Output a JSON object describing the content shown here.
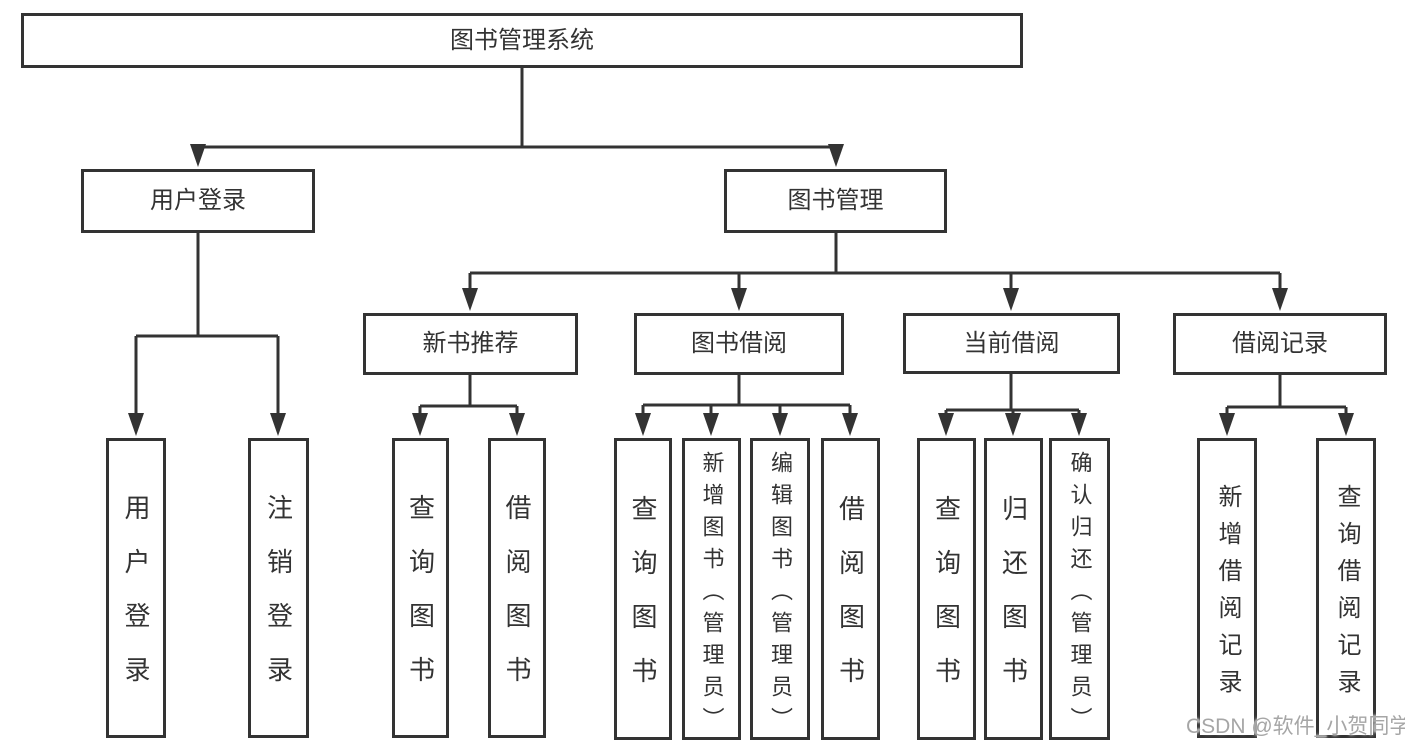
{
  "colors": {
    "background": "#ffffff",
    "box_border": "#333333",
    "line": "#333333",
    "text": "#333333",
    "watermark": "#a6a6a6"
  },
  "watermark": {
    "text": "CSDN @软件_小贺同学"
  },
  "tree": {
    "root": {
      "label": "图书管理系统"
    },
    "user_login": {
      "label": "用户登录",
      "children": {
        "login": {
          "label": "用户登录"
        },
        "logout": {
          "label": "注销登录"
        }
      }
    },
    "book_manage": {
      "label": "图书管理"
    },
    "new_book": {
      "label": "新书推荐",
      "children": {
        "query": {
          "label": "查询图书"
        },
        "borrow": {
          "label": "借阅图书"
        }
      }
    },
    "book_borrow": {
      "label": "图书借阅",
      "children": {
        "query": {
          "label": "查询图书"
        },
        "add": {
          "label": "新增图书（管理员）"
        },
        "edit": {
          "label": "编辑图书（管理员）"
        },
        "borrow": {
          "label": "借阅图书"
        }
      }
    },
    "current_borrow": {
      "label": "当前借阅",
      "children": {
        "query": {
          "label": "查询图书"
        },
        "return": {
          "label": "归还图书"
        },
        "confirm": {
          "label": "确认归还（管理员）"
        }
      }
    },
    "borrow_record": {
      "label": "借阅记录",
      "children": {
        "add": {
          "label": "新增借阅记录"
        },
        "query": {
          "label": "查询借阅记录"
        }
      }
    }
  }
}
